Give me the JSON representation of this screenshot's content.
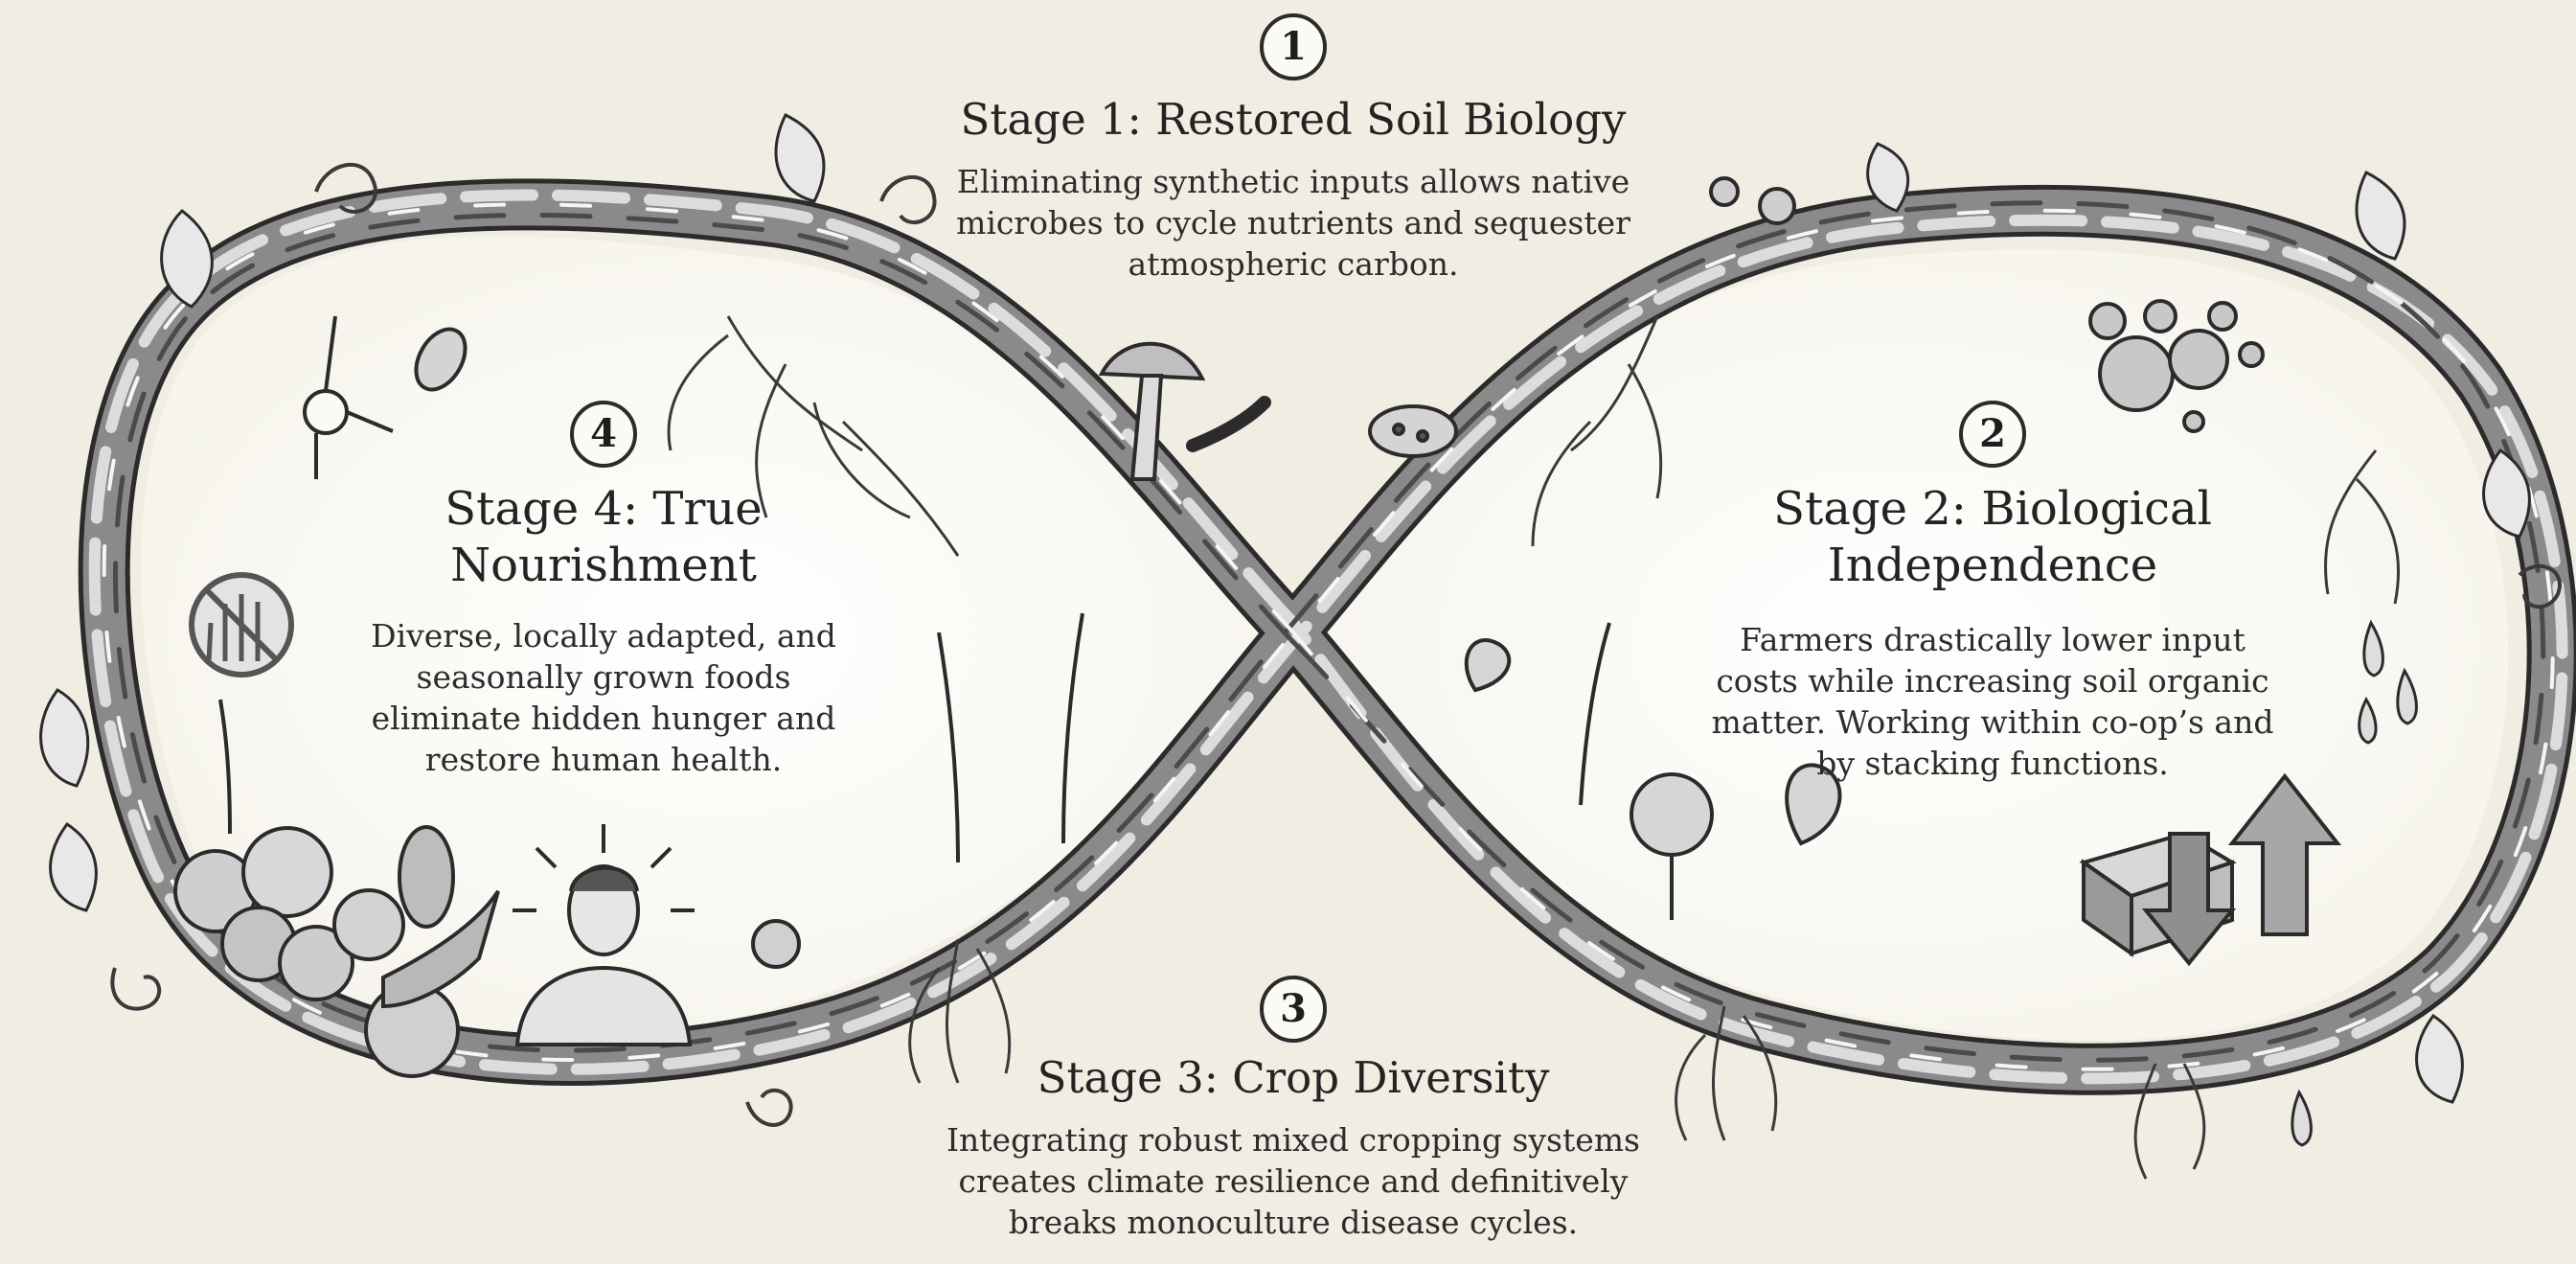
{
  "stages": [
    {
      "number": "1",
      "title": "Stage 1: Restored Soil Biology",
      "description": "Eliminating synthetic inputs allows native microbes to cycle nutrients and sequester atmospheric carbon."
    },
    {
      "number": "2",
      "title": "Stage 2: Biological Independence",
      "description": "Farmers drastically lower input costs while increasing soil organic matter. Working within co-op’s and by stacking functions."
    },
    {
      "number": "3",
      "title": "Stage 3: Crop Diversity",
      "description": "Integrating robust mixed cropping systems creates climate resilience and definitively breaks monoculture disease cycles."
    },
    {
      "number": "4",
      "title": "Stage 4: True Nourishment",
      "description": "Diverse, locally adapted, and seasonally grown foods eliminate hidden hunger and restore human health."
    }
  ],
  "illustration": {
    "style": "pen-and-ink sketch",
    "shape": "infinity loop of twisted vines",
    "icons": [
      "vine-loop",
      "mushroom-icon",
      "microbe-icon",
      "root-icon",
      "leaf-icon",
      "dollar-stack-icon",
      "down-arrow-icon",
      "up-arrow-icon",
      "water-drop-icon",
      "vegetables-icon",
      "person-icon",
      "no-hand-icon",
      "wheat-icon",
      "flower-icon"
    ],
    "colors": {
      "background": "#f1ede2",
      "loop_fill": "#fbfaf5",
      "ink": "#2b2b2b",
      "vine_mid": "#8a8a8a",
      "vine_light": "#cfcfcf"
    }
  }
}
